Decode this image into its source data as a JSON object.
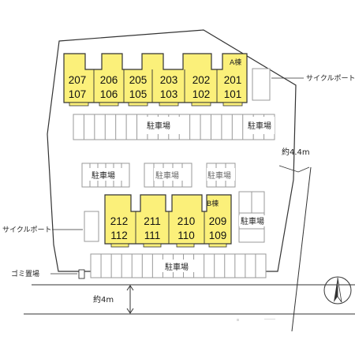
{
  "colors": {
    "building": "#fbf07a",
    "outline": "#333333",
    "parking_fill": "#ffffff",
    "parking_stroke": "#9a9a9a"
  },
  "building_a": {
    "label": "A棟",
    "units_upper": [
      "207",
      "206",
      "205",
      "203",
      "202",
      "201"
    ],
    "units_lower": [
      "107",
      "106",
      "105",
      "103",
      "102",
      "101"
    ]
  },
  "building_b": {
    "label": "B棟",
    "units_upper": [
      "212",
      "211",
      "210",
      "209"
    ],
    "units_lower": [
      "112",
      "111",
      "110",
      "109"
    ]
  },
  "labels": {
    "cycle_port": "サイクルポート",
    "parking": "駐車場",
    "garbage": "ゴミ置場",
    "road_east": "約4.4m",
    "road_south": "約4m"
  },
  "icons": {
    "compass": "north-arrow-icon"
  }
}
